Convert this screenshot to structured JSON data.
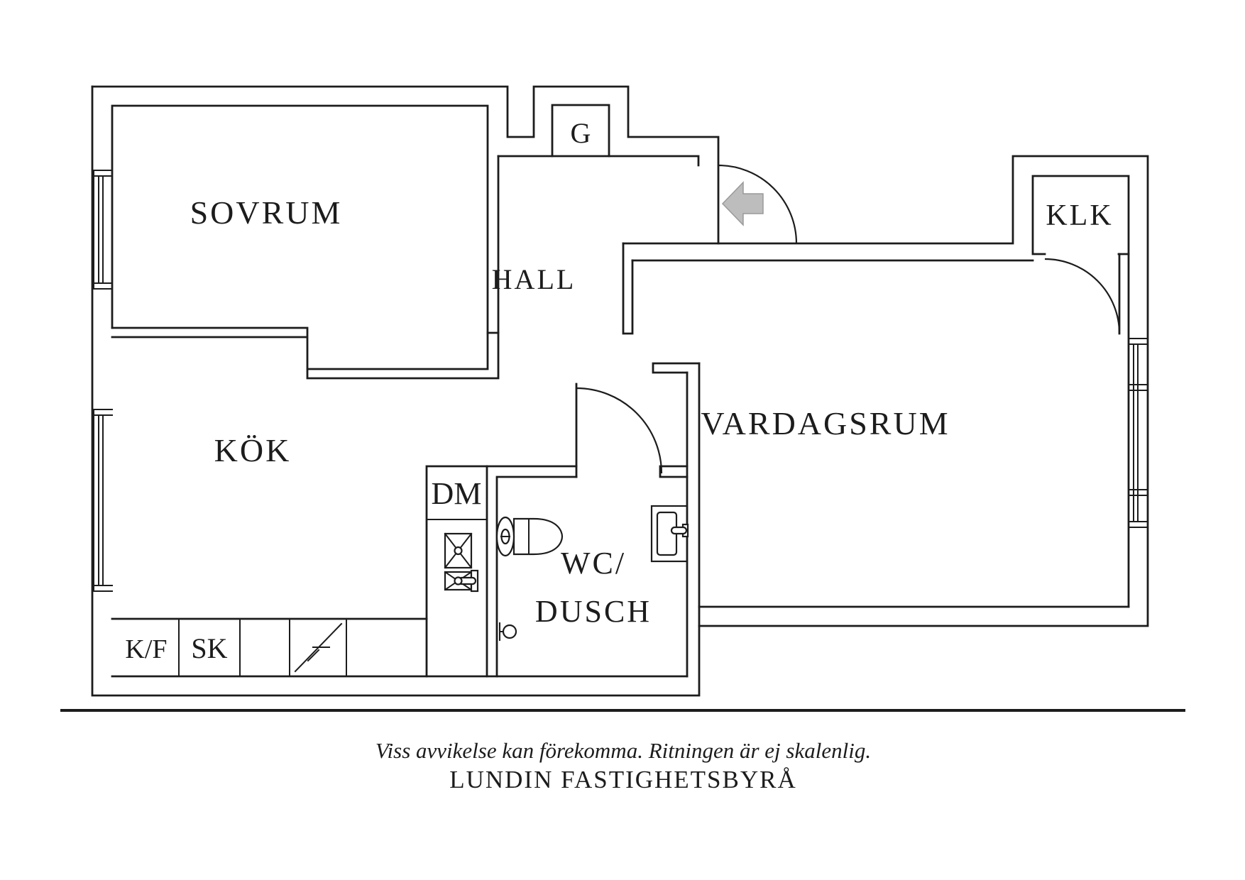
{
  "colors": {
    "line": "#1c1c1c",
    "arrow_fill": "#bdbdbd",
    "arrow_stroke": "#9a9a9a",
    "background": "#ffffff"
  },
  "rooms": [
    {
      "id": "sovrum",
      "label": "SOVRUM"
    },
    {
      "id": "hall",
      "label": "HALL"
    },
    {
      "id": "kok",
      "label": "KÖK"
    },
    {
      "id": "vardagsrum",
      "label": "VARDAGSRUM"
    },
    {
      "id": "klk",
      "label": "KLK"
    },
    {
      "id": "garderob",
      "label": "G"
    },
    {
      "id": "wc-dusch",
      "label_line1": "WC/",
      "label_line2": "DUSCH"
    }
  ],
  "fixtures": [
    {
      "id": "dishwasher",
      "label": "DM"
    },
    {
      "id": "fridge-freezer",
      "label": "K/F"
    },
    {
      "id": "cabinet",
      "label": "SK"
    }
  ],
  "icons": [
    "window-icon",
    "door-swing-icon",
    "entrance-arrow-icon",
    "toilet-icon",
    "washbasin-icon",
    "shower-icon",
    "kitchen-sink-icon",
    "stove-icon"
  ],
  "footer": {
    "disclaimer": "Viss avvikelse kan förekomma. Ritningen är ej skalenlig.",
    "brand": "LUNDIN FASTIGHETSBYRÅ"
  }
}
